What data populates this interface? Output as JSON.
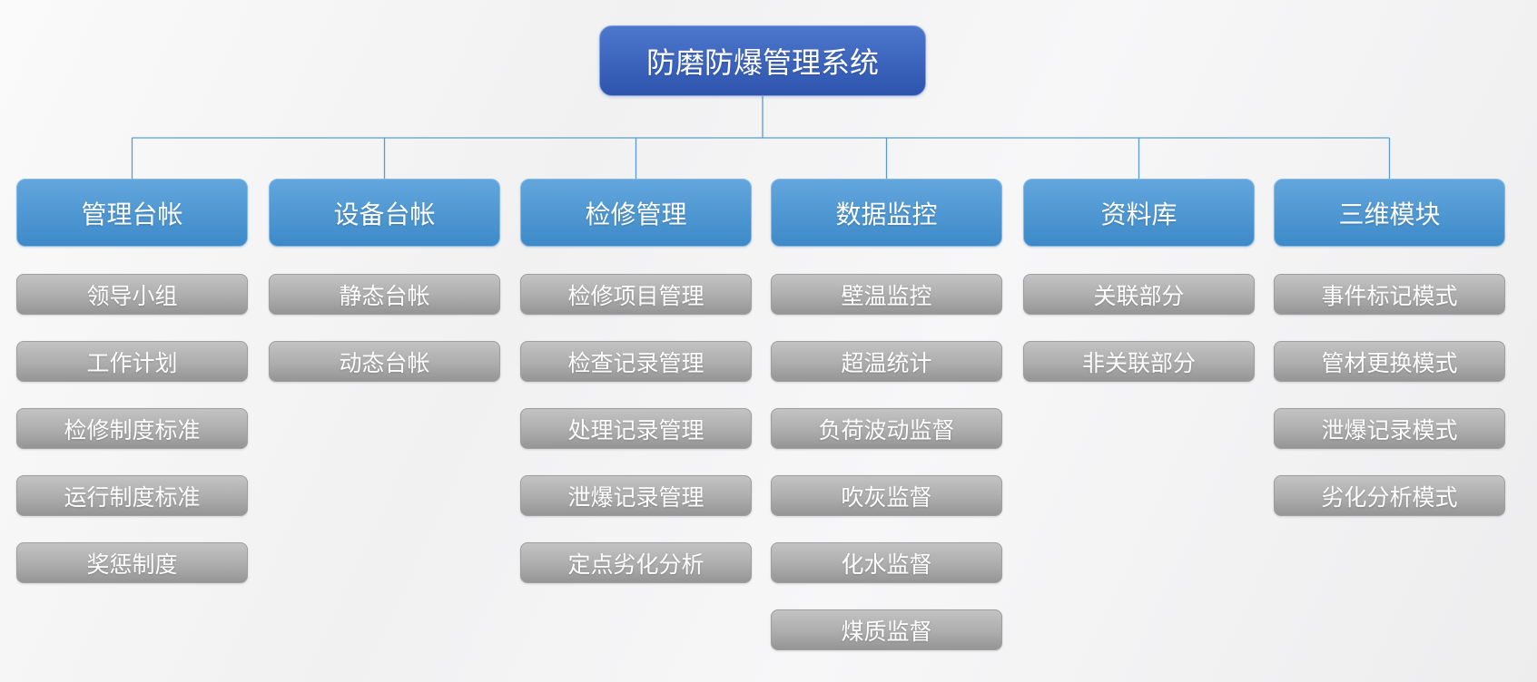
{
  "root": {
    "label": "防磨防爆管理系统"
  },
  "columns": [
    {
      "label": "管理台帐",
      "children": [
        "领导小组",
        "工作计划",
        "检修制度标准",
        "运行制度标准",
        "奖惩制度"
      ]
    },
    {
      "label": "设备台帐",
      "children": [
        "静态台帐",
        "动态台帐"
      ]
    },
    {
      "label": "检修管理",
      "children": [
        "检修项目管理",
        "检查记录管理",
        "处理记录管理",
        "泄爆记录管理",
        "定点劣化分析"
      ]
    },
    {
      "label": "数据监控",
      "children": [
        "壁温监控",
        "超温统计",
        "负荷波动监督",
        "吹灰监督",
        "化水监督",
        "煤质监督"
      ]
    },
    {
      "label": "资料库",
      "children": [
        "关联部分",
        "非关联部分"
      ]
    },
    {
      "label": "三维模块",
      "children": [
        "事件标记模式",
        "管材更换模式",
        "泄爆记录模式",
        "劣化分析模式"
      ]
    }
  ],
  "colors": {
    "root_top": "#4d77cd",
    "root_bottom": "#2e54ae",
    "root_border": "#7ea3e0",
    "branch_top": "#63a6dd",
    "branch_bottom": "#3d8ac8",
    "branch_border": "#85bae5",
    "leaf_top": "#c3c3c3",
    "leaf_bottom": "#959595",
    "leaf_border": "#9e9e9e",
    "connector": "#5b9bd5",
    "text": "#ffffff",
    "background": "#f2f2f3"
  }
}
